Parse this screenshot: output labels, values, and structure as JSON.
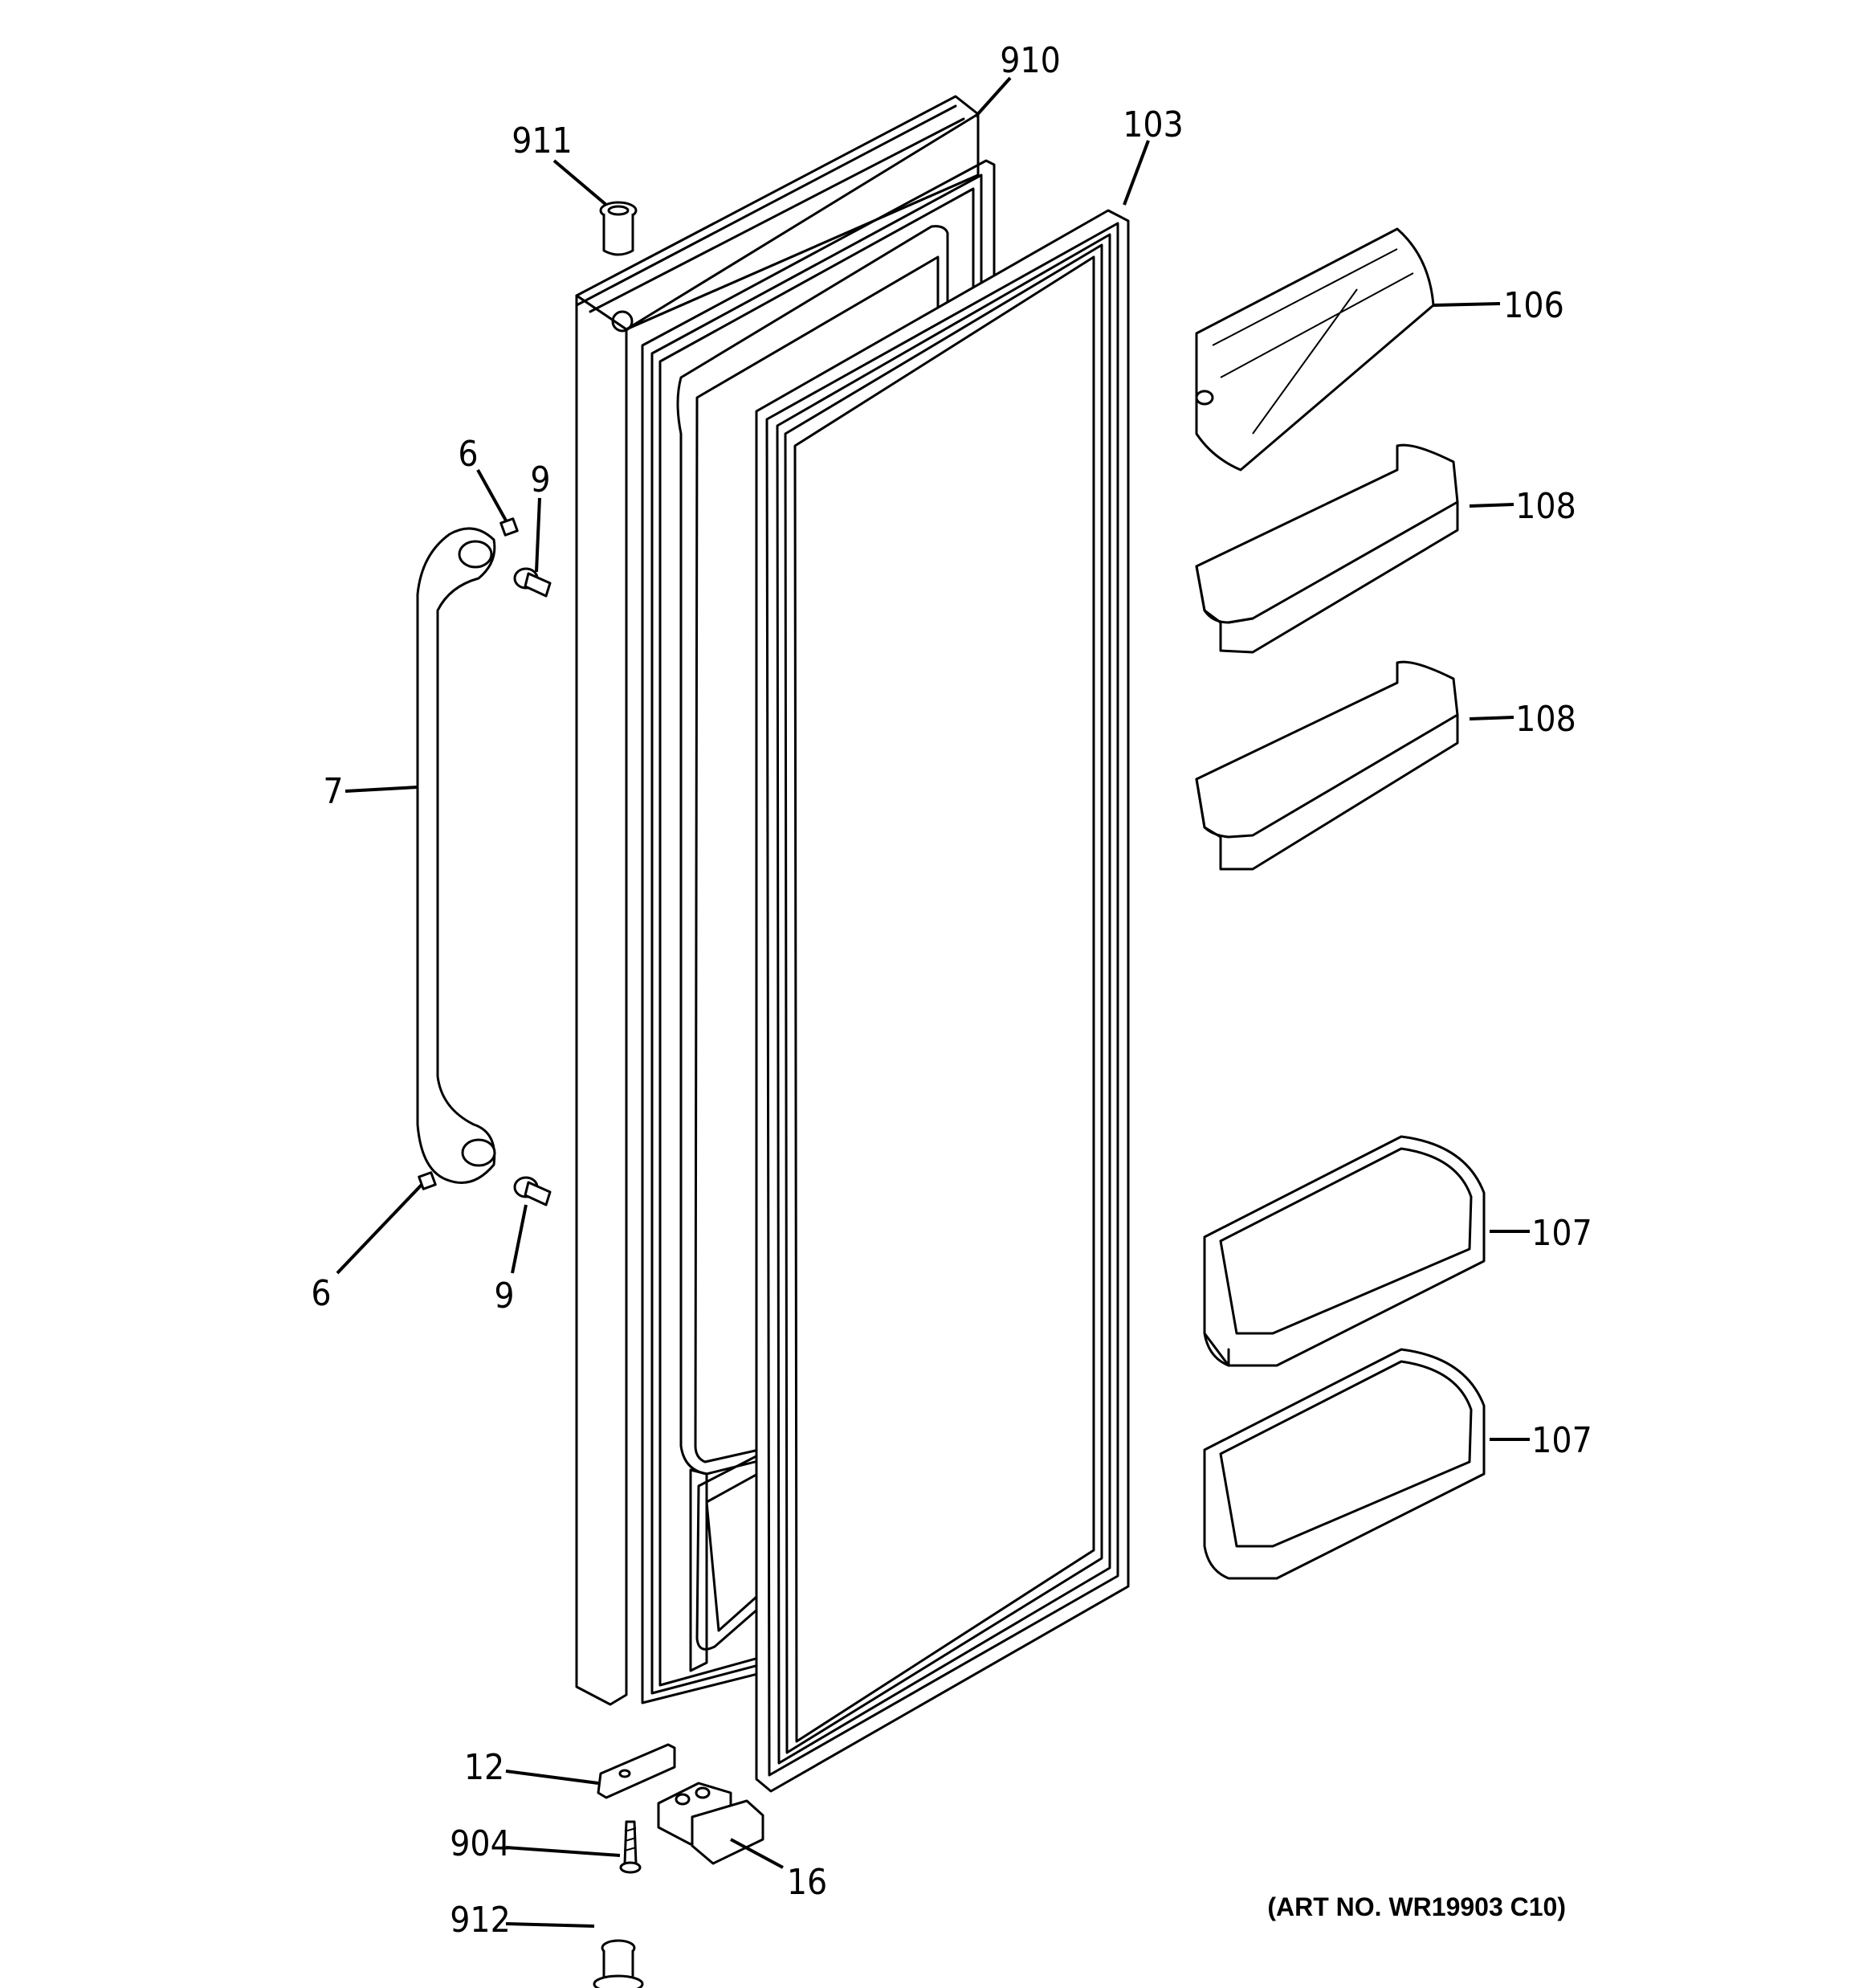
{
  "diagram": {
    "callouts": [
      {
        "id": "c910",
        "text": "910"
      },
      {
        "id": "c911",
        "text": "911"
      },
      {
        "id": "c103",
        "text": "103"
      },
      {
        "id": "c106",
        "text": "106"
      },
      {
        "id": "c108a",
        "text": "108"
      },
      {
        "id": "c108b",
        "text": "108"
      },
      {
        "id": "c6a",
        "text": "6"
      },
      {
        "id": "c9a",
        "text": "9"
      },
      {
        "id": "c7",
        "text": "7"
      },
      {
        "id": "c6b",
        "text": "6"
      },
      {
        "id": "c9b",
        "text": "9"
      },
      {
        "id": "c107a",
        "text": "107"
      },
      {
        "id": "c107b",
        "text": "107"
      },
      {
        "id": "c12",
        "text": "12"
      },
      {
        "id": "c904",
        "text": "904"
      },
      {
        "id": "c16",
        "text": "16"
      },
      {
        "id": "c912",
        "text": "912"
      }
    ],
    "art_number": "(ART NO. WR19903 C10)"
  }
}
